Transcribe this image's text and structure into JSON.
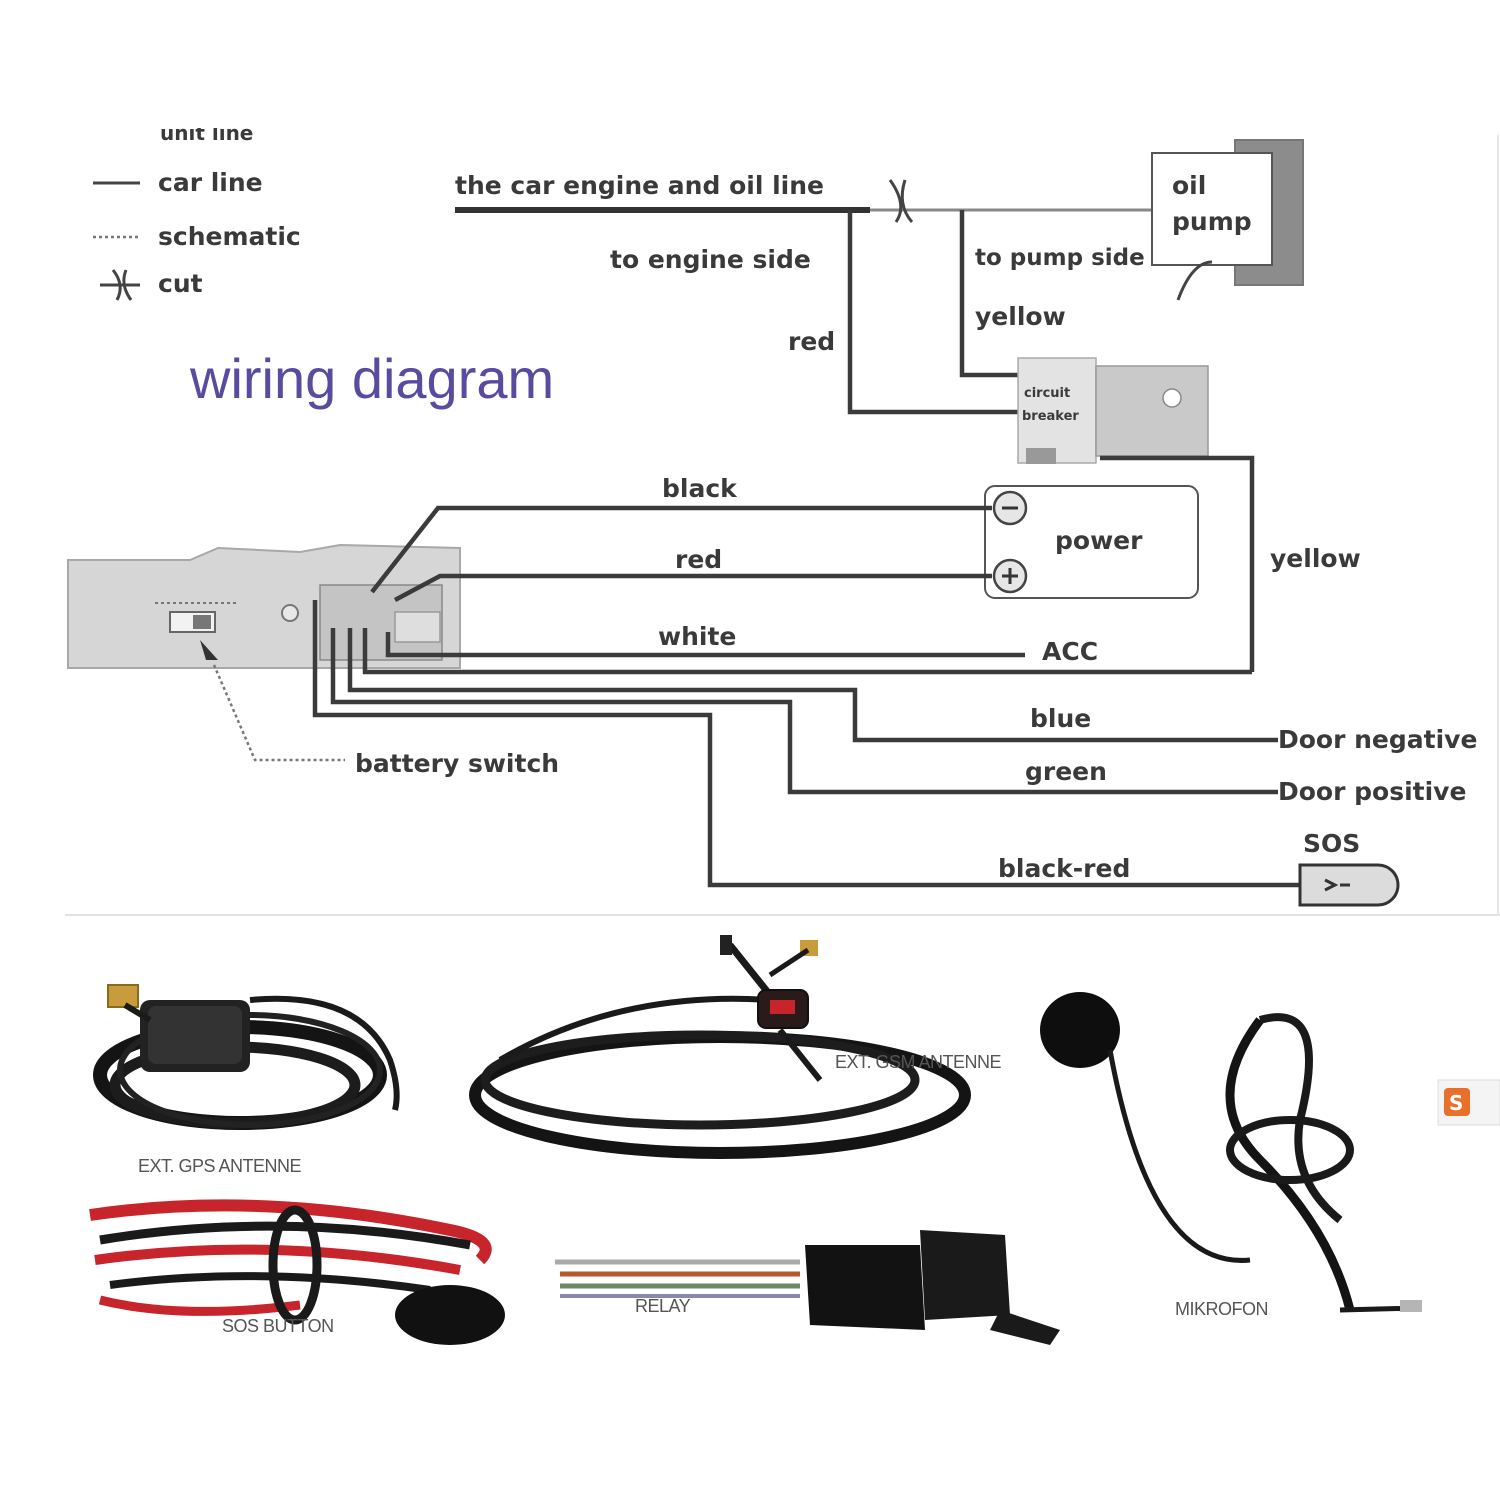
{
  "legend": {
    "partial_top": "unit line",
    "car_line": "car line",
    "schematic": "schematic",
    "cut": "cut"
  },
  "title": "wiring diagram",
  "labels": {
    "engine_oil_line": "the car engine and oil line",
    "oil": "oil",
    "pump": "pump",
    "to_engine_side": "to engine side",
    "to_pump_side": "to pump side",
    "yellow_top": "yellow",
    "red_top": "red",
    "circuit": "circuit",
    "breaker": "breaker",
    "black": "black",
    "power": "power",
    "red": "red",
    "yellow_right": "yellow",
    "white": "white",
    "acc": "ACC",
    "blue": "blue",
    "door_negative": "Door negative",
    "green": "green",
    "door_positive": "Door positive",
    "battery_switch": "battery switch",
    "sos": "SOS",
    "black_red": "black-red"
  },
  "accessories": [
    {
      "name": "ext-gps-antenne",
      "caption": "EXT. GPS ANTENNE"
    },
    {
      "name": "ext-gsm-antenne",
      "caption": "EXT. GSM ANTENNE"
    },
    {
      "name": "sos-button",
      "caption": "SOS BUTTON"
    },
    {
      "name": "relay",
      "caption": "RELAY"
    },
    {
      "name": "mikrofon",
      "caption": "MIKROFON"
    }
  ],
  "colors": {
    "wire": "#3b3b3b",
    "title": "#5a4aa0",
    "red_cable": "#c8242c",
    "cable_black": "#141414"
  }
}
